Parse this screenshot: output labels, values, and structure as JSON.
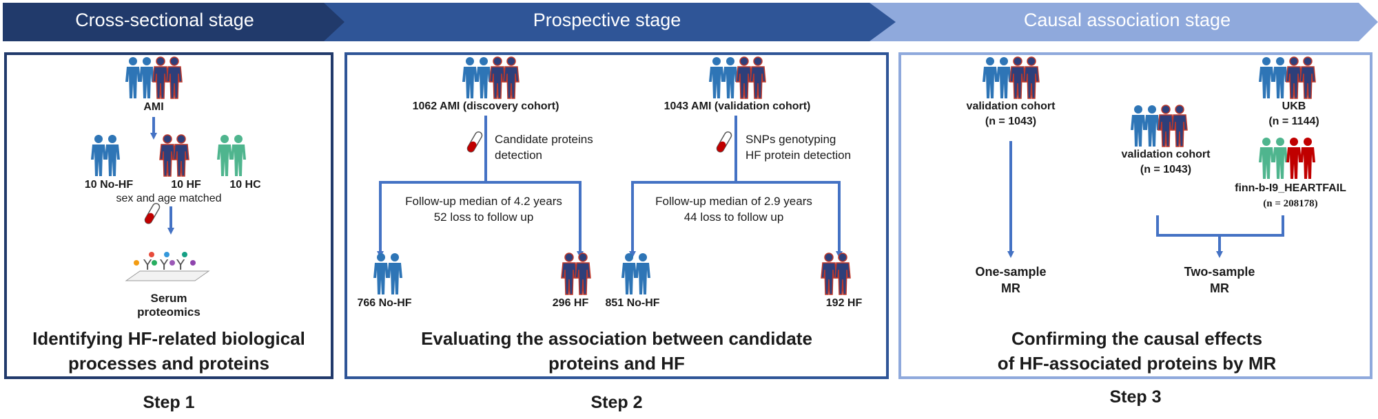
{
  "colors": {
    "stage1": "#213a6b",
    "stage2": "#2f5597",
    "stage3": "#8fa9dc",
    "noHF": "#2e75b6",
    "hf": "#2e3f7a",
    "hfOutline": "#c0392b",
    "hc": "#4fb58e",
    "case": "#c00000",
    "arrow": "#4472c4"
  },
  "stages": [
    {
      "label": "Cross-sectional stage"
    },
    {
      "label": "Prospective stage"
    },
    {
      "label": "Causal association stage"
    }
  ],
  "step1": {
    "ami": "AMI",
    "no_hf": "10 No-HF",
    "hf": "10 HF",
    "hc": "10 HC",
    "matched": "sex and age matched",
    "serum": "Serum",
    "proteomics": "proteomics",
    "title_line1": "Identifying HF-related biological",
    "title_line2": "processes and proteins",
    "step": "Step 1"
  },
  "step2": {
    "discovery": "1062 AMI (discovery cohort)",
    "validation": "1043 AMI (validation cohort)",
    "candidate_line1": "Candidate proteins",
    "candidate_line2": "detection",
    "snp_line1": "SNPs genotyping",
    "snp_line2": "HF protein detection",
    "fu1_line1": "Follow-up  median of 4.2 years",
    "fu1_line2": "52 loss to follow up",
    "fu2_line1": "Follow-up  median of 2.9 years",
    "fu2_line2": "44 loss to follow up",
    "out1": "766 No-HF",
    "out2": "296 HF",
    "out3": "851 No-HF",
    "out4": "192 HF",
    "title_line1": "Evaluating the association between candidate",
    "title_line2": "proteins and HF",
    "step": "Step 2"
  },
  "step3": {
    "vc_left": "validation cohort",
    "vc_left_n": "(n = 1043)",
    "vc_mid": "validation cohort",
    "vc_mid_n": "(n = 1043)",
    "ukb": "UKB",
    "ukb_n": "(n = 1144)",
    "finn": "finn-b-I9_HEARTFAIL",
    "finn_n": "(n = 208178)",
    "one_line1": "One-sample",
    "one_line2": "MR",
    "two_line1": "Two-sample",
    "two_line2": "MR",
    "title_line1": "Confirming the causal effects",
    "title_line2": "of HF-associated proteins by MR",
    "step": "Step 3"
  }
}
